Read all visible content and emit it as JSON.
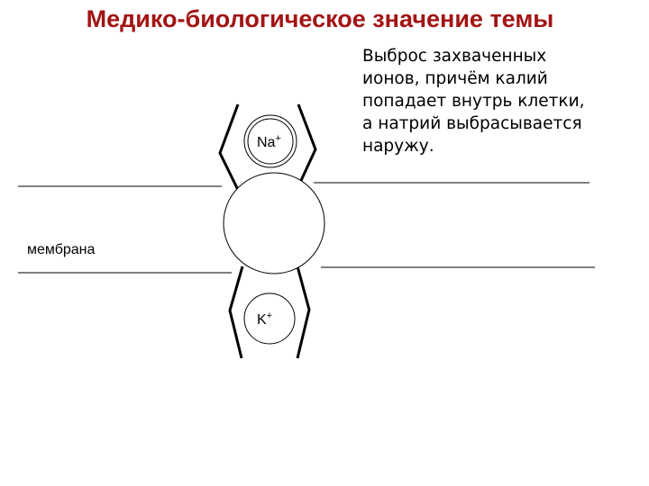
{
  "title": "Медико-биологическое значение темы",
  "description": "Выброс захваченных\nионов, причём калий\nпопадает внутрь клетки,\nа натрий выбрасывается\nнаружу.",
  "labels": {
    "membrane": "мембрана",
    "sodium_ion": "Na",
    "sodium_charge": "+",
    "potassium_ion": "K",
    "potassium_charge": "+"
  },
  "colors": {
    "title": "#a31414",
    "lines": "#000000"
  }
}
